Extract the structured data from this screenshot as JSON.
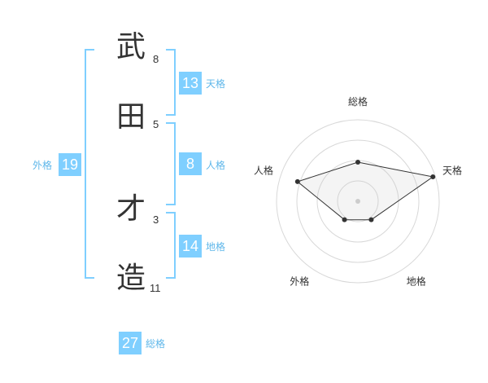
{
  "name": {
    "chars": [
      {
        "char": "武",
        "strokes": "8"
      },
      {
        "char": "田",
        "strokes": "5"
      },
      {
        "char": "才",
        "strokes": "3"
      },
      {
        "char": "造",
        "strokes": "11"
      }
    ]
  },
  "fortunes": {
    "tenkaku": {
      "value": "13",
      "label": "天格"
    },
    "jinkaku": {
      "value": "8",
      "label": "人格"
    },
    "chikaku": {
      "value": "14",
      "label": "地格"
    },
    "gaikaku": {
      "value": "19",
      "label": "外格"
    },
    "soukaku": {
      "value": "27",
      "label": "総格"
    }
  },
  "chart_data": {
    "type": "radar",
    "axes": [
      "総格",
      "天格",
      "地格",
      "外格",
      "人格"
    ],
    "values": [
      0.48,
      0.97,
      0.28,
      0.28,
      0.78
    ],
    "rings": 4,
    "range": [
      0,
      1
    ]
  }
}
